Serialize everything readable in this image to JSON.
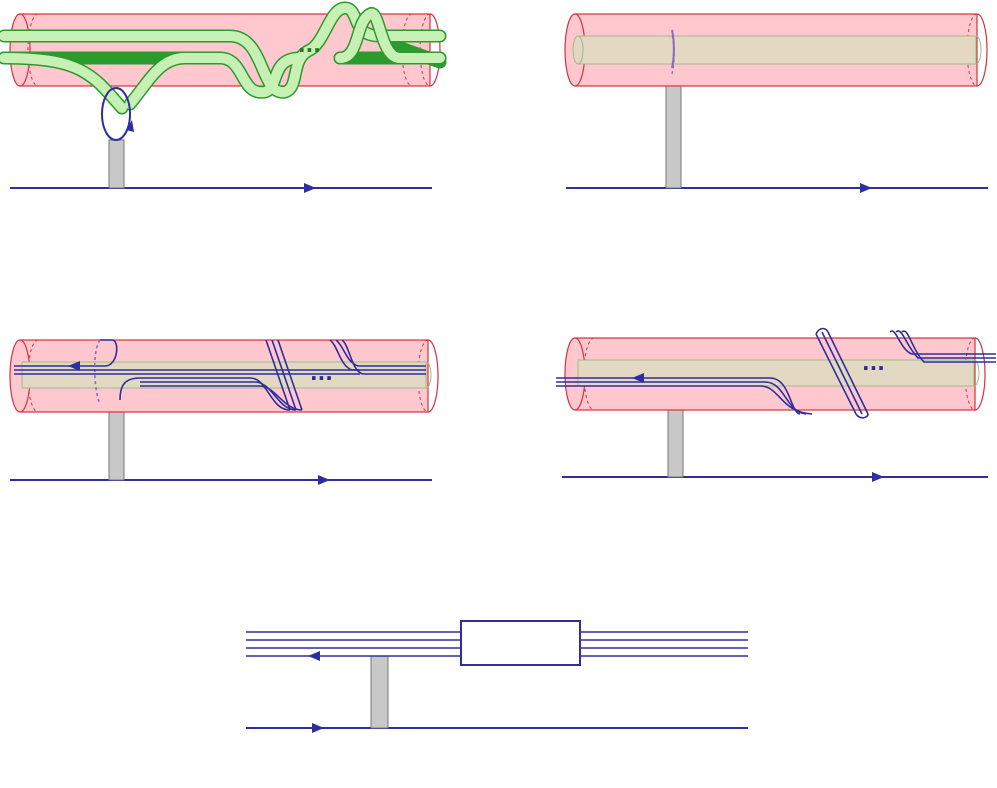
{
  "panels": [
    {
      "id": "panel-1",
      "ellipsis": "...",
      "ellipsis_color": "#1f7a1f"
    },
    {
      "id": "panel-2",
      "ellipsis": "",
      "ellipsis_color": "#2b2b9a"
    },
    {
      "id": "panel-3",
      "ellipsis": "...",
      "ellipsis_color": "#2b2b9a"
    },
    {
      "id": "panel-4",
      "ellipsis": "...",
      "ellipsis_color": "#2b2b9a"
    },
    {
      "id": "panel-5",
      "ellipsis": "",
      "ellipsis_color": "#2b2b9a"
    }
  ],
  "colors": {
    "strand": "#2e2e9e",
    "tube_fill": "#ffc8cf",
    "tube_stroke": "#d9303f",
    "inner_fill": "#e3d8c2",
    "inner_stroke": "#9dbb8a",
    "band_fill": "#c6f0b4",
    "band_stroke": "#2c9a2c",
    "post_fill": "#c8c8c8",
    "post_stroke": "#777777"
  }
}
